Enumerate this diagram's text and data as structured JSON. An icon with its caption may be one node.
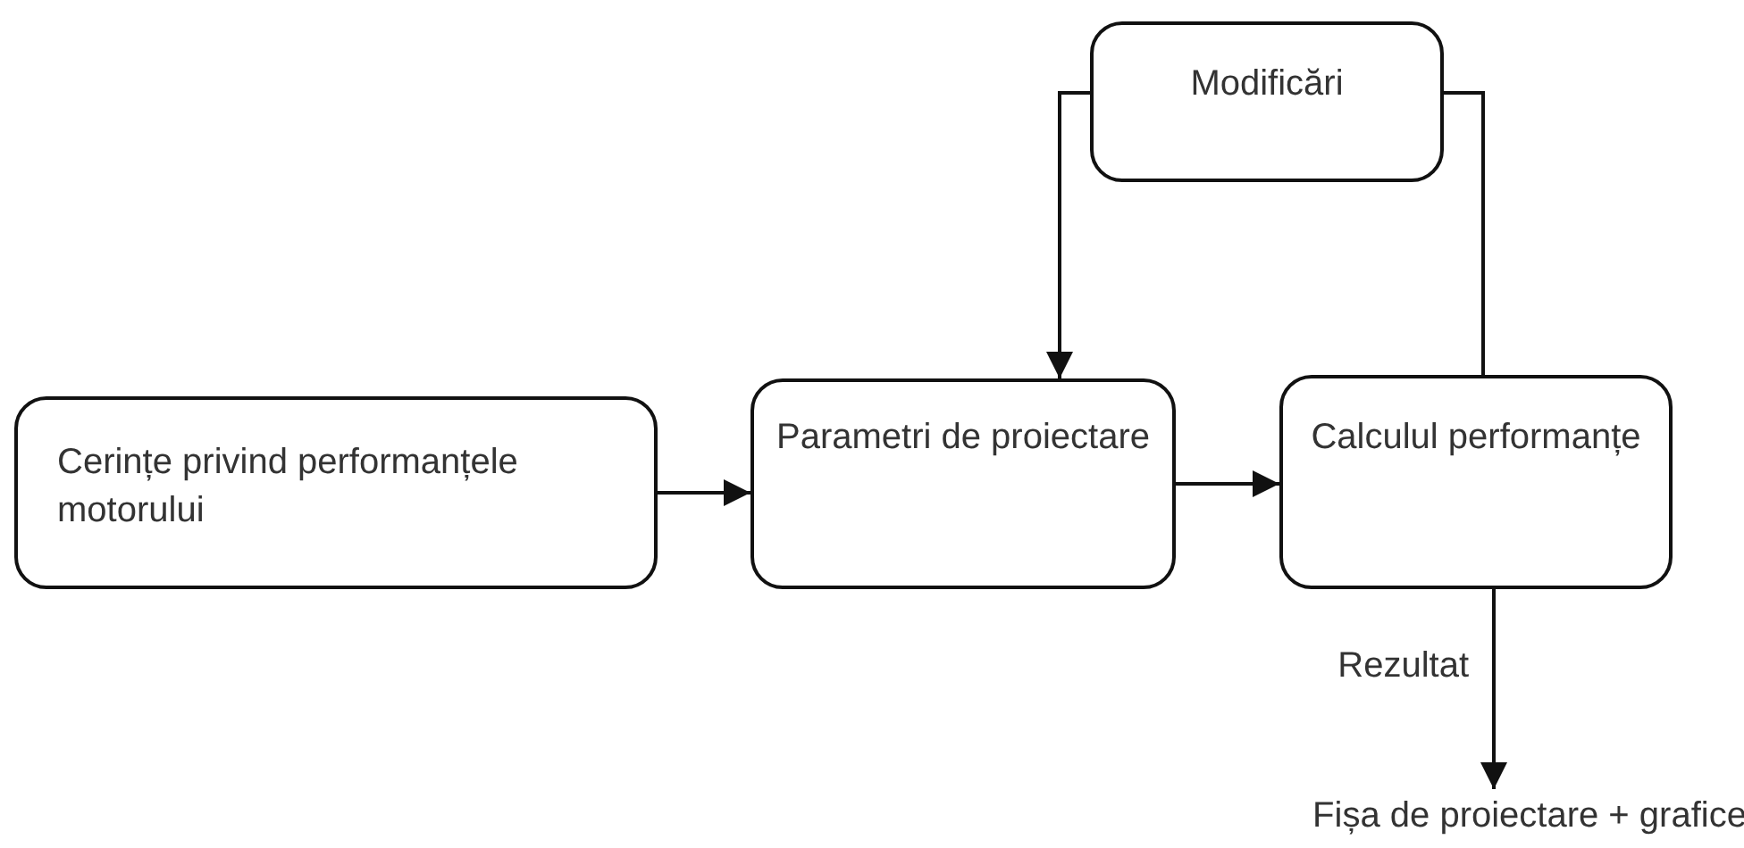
{
  "diagram": {
    "nodes": [
      {
        "text": [
          "Modificări"
        ]
      },
      {
        "text": [
          "Cerințe privind performanțele motorului"
        ]
      },
      {
        "text": [
          "Parametri de proiectare"
        ]
      },
      {
        "text": [
          "Calculul performanțe"
        ]
      },
      {
        "text": [
          "Fișa de proiectare + grafice"
        ]
      }
    ],
    "edges": [
      {
        "from": 1,
        "to": 2,
        "arrow": "to"
      },
      {
        "from": 2,
        "to": 3,
        "arrow": "to"
      },
      {
        "from": 3,
        "to": 0,
        "arrow": "none"
      },
      {
        "from": 0,
        "to": 2,
        "arrow": "to"
      },
      {
        "from": 3,
        "to": 4,
        "arrow": "to",
        "label": "Rezultat"
      }
    ]
  }
}
